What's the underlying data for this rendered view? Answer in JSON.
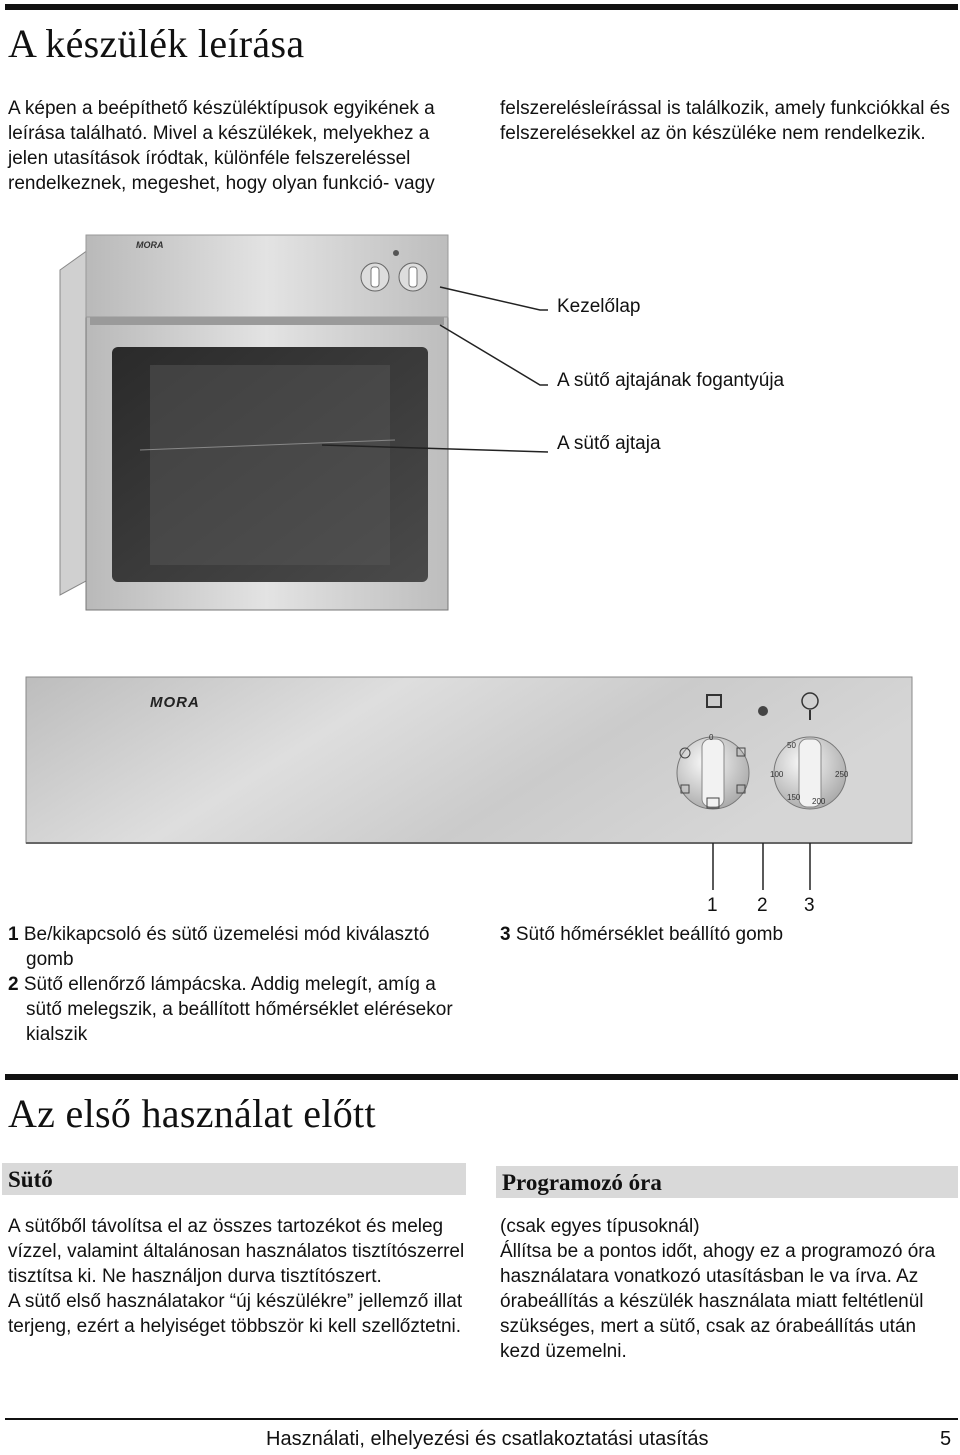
{
  "section1": {
    "title": "A készülék leírása",
    "intro_left": "A képen a beépíthető készüléktípusok egyikének a leírása található. Mivel a készülékek, melyekhez a jelen utasítások íródtak, különféle felszereléssel rendelkeznek, megeshet, hogy olyan funkció- vagy",
    "intro_right": "felszerelésleírással is találkozik, amely funkciókkal és felszerelésekkel az ön készüléke nem rendelkezik."
  },
  "oven_figure": {
    "brand": "MORA",
    "callouts": [
      "Kezelőlap",
      "A sütő ajtajának fogantyúja",
      "A sütő ajtaja"
    ]
  },
  "panel_figure": {
    "brand": "MORA",
    "numbers": [
      "1",
      "2",
      "3"
    ],
    "dial1_marks": [
      "0"
    ],
    "dial2_marks": [
      "50",
      "100",
      "150",
      "200",
      "250"
    ]
  },
  "legend": {
    "item1_num": "1",
    "item1_text": "Be/kikapcsoló és  sütő üzemelési mód kiválasztó gomb",
    "item2_num": "2",
    "item2_text": "Sütő ellenőrző lámpácska. Addig melegít, amíg a sütő melegszik, a beállított hőmérséklet elérésekor kialszik",
    "item3_num": "3",
    "item3_text": "Sütő hőmérséklet beállító gomb"
  },
  "section2": {
    "title": "Az első használat előtt",
    "left_heading": "Sütő",
    "left_text": "A sütőből távolítsa el az összes tartozékot és meleg vízzel, valamint általánosan használatos tisztítószerrel tisztítsa ki.  Ne használjon durva tisztítószert.\nA sütő első használatakor “új készülékre” jellemző illat terjeng, ezért a helyiséget többször ki kell szellőztetni.",
    "right_heading": "Programozó óra",
    "right_text": "(csak egyes típusoknál)\nÁllítsa be a pontos időt, ahogy ez a programozó óra használatara vonatkozó utasításban le va írva.  Az órabeállítás a készülék használata miatt feltétlenül szükséges, mert a sütő, csak az órabeállítás után kezd üzemelni."
  },
  "footer": {
    "text": "Használati, elhelyezési és csatlakoztatási utasítás",
    "page": "5"
  },
  "colors": {
    "rule": "#111111",
    "subhead_bg": "#d9d9d9",
    "steel": "#c8c8c8"
  }
}
